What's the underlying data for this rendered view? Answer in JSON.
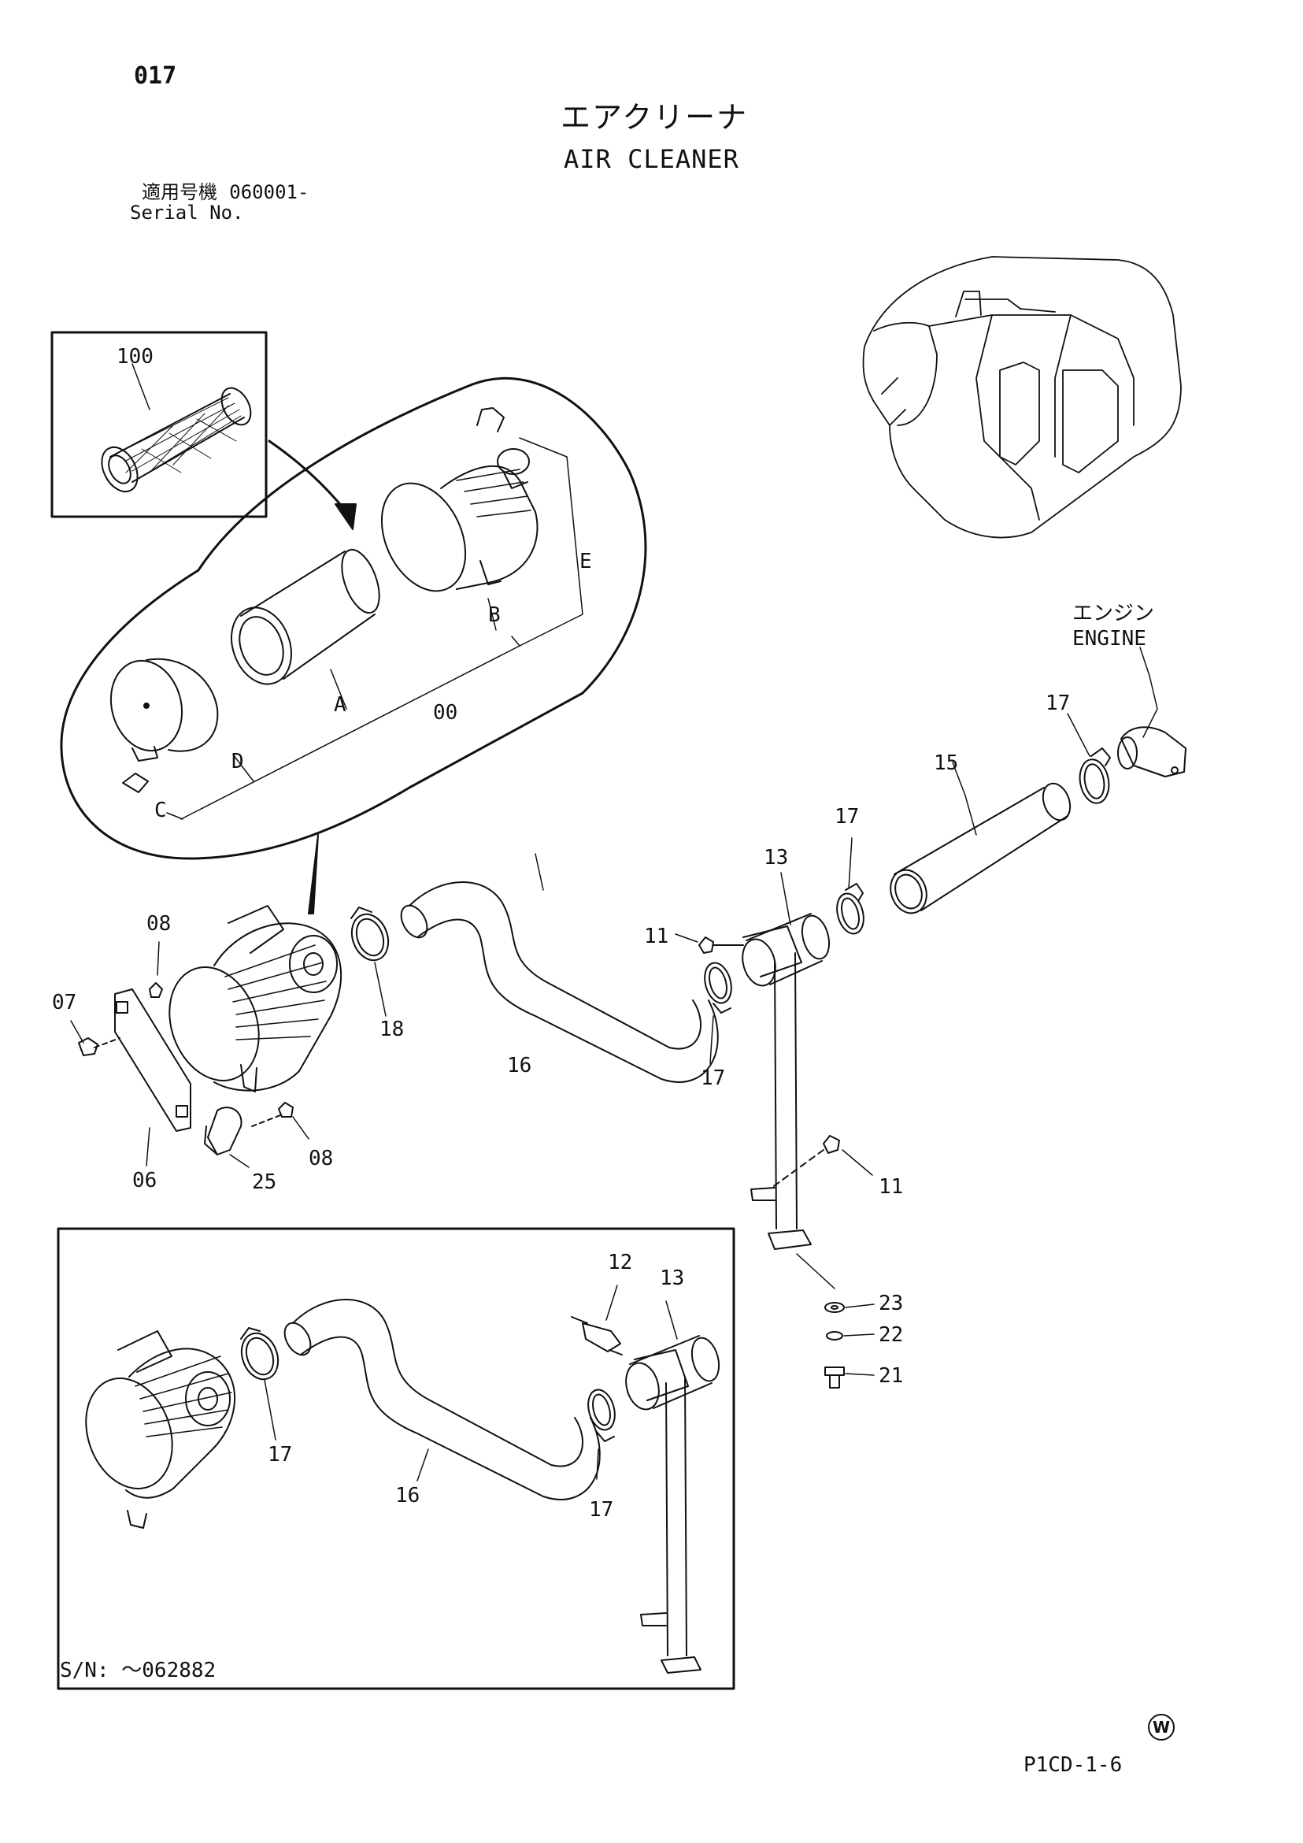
{
  "header": {
    "page_number": "017",
    "title_jp": "エアクリーナ",
    "title_en": "AIR CLEANER",
    "serial_label_jp": "適用号機",
    "serial_value": "060001-",
    "serial_label_en": "Serial No."
  },
  "engine_label": {
    "jp": "エンジン",
    "en": "ENGINE"
  },
  "callouts": {
    "element": "100",
    "assy": "00",
    "a": "A",
    "b": "B",
    "c": "C",
    "d": "D",
    "e": "E",
    "bolt_07": "07",
    "bolt_08_top": "08",
    "bolt_08_bottom": "08",
    "bracket_06": "06",
    "band_25": "25",
    "clamp_18": "18",
    "hose_16": "16",
    "clamp_17_lower": "17",
    "clamp_17_mid": "17",
    "clamp_17_engine": "17",
    "pipe_15": "15",
    "pipe_13": "13",
    "bolt_11_top": "11",
    "bolt_11_bottom": "11",
    "washer_23": "23",
    "washer_22": "22",
    "bolt_21": "21",
    "inset_sensor_12": "12",
    "inset_pipe_13": "13",
    "inset_clamp_17_left": "17",
    "inset_hose_16": "16",
    "inset_clamp_17_right": "17"
  },
  "inset_note": "S/N: ～062882",
  "watermark": "W",
  "footer_code": "P1CD-1-6"
}
